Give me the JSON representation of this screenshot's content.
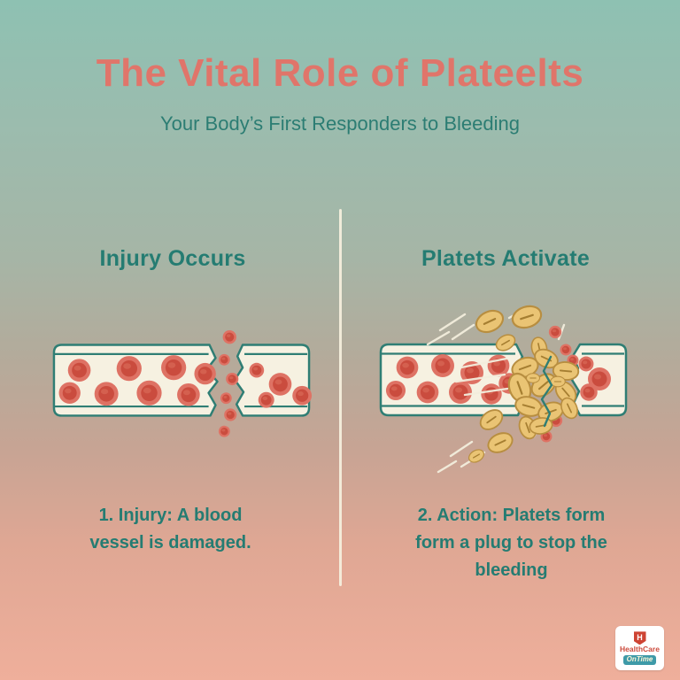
{
  "header": {
    "title": "The Vital Role of Plateelts",
    "subtitle": "Your Body’s First Responders to Bleeding"
  },
  "panels": [
    {
      "heading": "Injury Occurs",
      "caption_lines": [
        "1. Injury: A blood",
        "vessel is damaged."
      ],
      "illustration": "damaged-blood-vessel-with-escaping-red-cells"
    },
    {
      "heading": "Platets Activate",
      "caption_lines": [
        "2. Action: Platets form",
        "form a plug to stop the",
        "bleeding"
      ],
      "illustration": "platelets-forming-plug-at-vessel-break"
    }
  ],
  "logo": {
    "icon_letter": "H",
    "line1": "HealthCare",
    "line2": "OnTime"
  },
  "colors": {
    "background_top": "#8ec1b2",
    "background_bottom": "#efaf9b",
    "title_accent": "#e0756a",
    "teal_text": "#257c72",
    "vessel_fill": "#f6f1e1",
    "vessel_outline": "#2f7e74",
    "red_cell_outer": "#de7264",
    "red_cell_inner": "#ca4c3e",
    "platelet_fill": "#eac474",
    "platelet_outline": "#b88e40",
    "divider": "#f4eedc",
    "logo_red": "#cc4b3d",
    "logo_teal": "#3e9aa8"
  }
}
